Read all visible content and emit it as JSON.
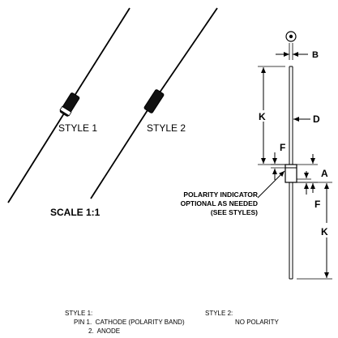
{
  "style_labels": {
    "style1": "STYLE 1",
    "style2": "STYLE 2"
  },
  "scale_label": "SCALE 1:1",
  "dimension_labels": {
    "b": "B",
    "k_top": "K",
    "d": "D",
    "f_upper": "F",
    "a": "A",
    "f_lower": "F",
    "k_bottom": "K"
  },
  "polarity_note": {
    "line1": "POLARITY INDICATOR",
    "line2": "OPTIONAL AS NEEDED",
    "line3": "(SEE STYLES)"
  },
  "notes": {
    "style1": {
      "heading": "STYLE 1:",
      "pin1": "PIN 1.  CATHODE (POLARITY BAND)",
      "pin2": "2.  ANODE"
    },
    "style2": {
      "heading": "STYLE 2:",
      "value": "NO POLARITY"
    }
  }
}
